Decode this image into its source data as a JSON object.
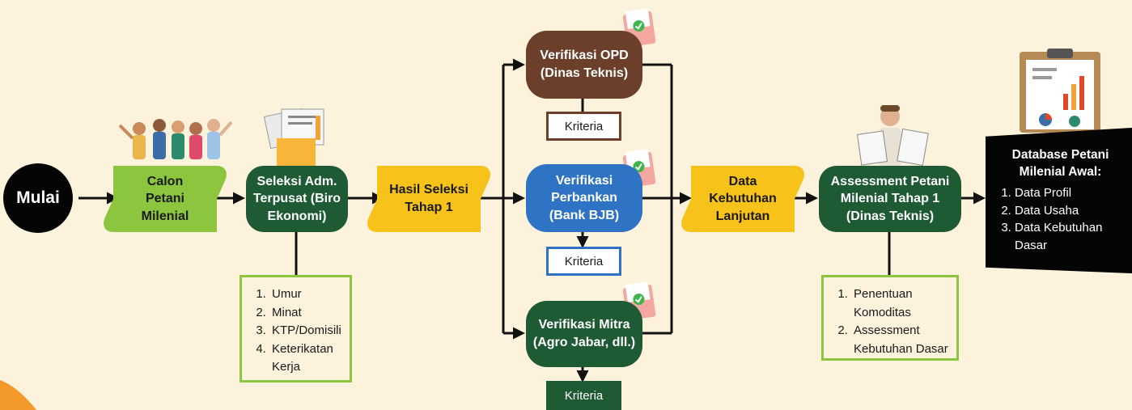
{
  "start": "Mulai",
  "calon": "Calon Petani Milenial",
  "seleksi": "Seleksi Adm. Terpusat (Biro Ekonomi)",
  "hasil": "Hasil Seleksi Tahap 1",
  "verif_opd": "Verifikasi OPD (Dinas Teknis)",
  "verif_bank": "Verifikasi Perbankan (Bank BJB)",
  "verif_mitra": "Verifikasi Mitra (Agro Jabar, dll.)",
  "kriteria_opd": "Kriteria",
  "kriteria_bank": "Kriteria",
  "kriteria_mitra": "Kriteria",
  "data_kebutuhan": "Data Kebutuhan Lanjutan",
  "assessment": "Assessment Petani Milenial Tahap 1 (Dinas Teknis)",
  "seleksi_list": [
    "Umur",
    "Minat",
    "KTP/Domisili",
    "Keterikatan Kerja"
  ],
  "assessment_list": [
    "Penentuan Komoditas",
    "Assessment Kebutuhan Dasar"
  ],
  "database": {
    "title": "Database Petani Milenial Awal:",
    "items": [
      "Data Profil",
      "Data Usaha",
      "Data Kebutuhan Dasar"
    ]
  },
  "colors": {
    "background": "#fdf2dc",
    "lime": "#8cc63f",
    "yellow": "#f7c21a",
    "dark_green": "#1e5b34",
    "brown": "#6b3f2a",
    "blue": "#2f73c4",
    "black": "#050505"
  }
}
